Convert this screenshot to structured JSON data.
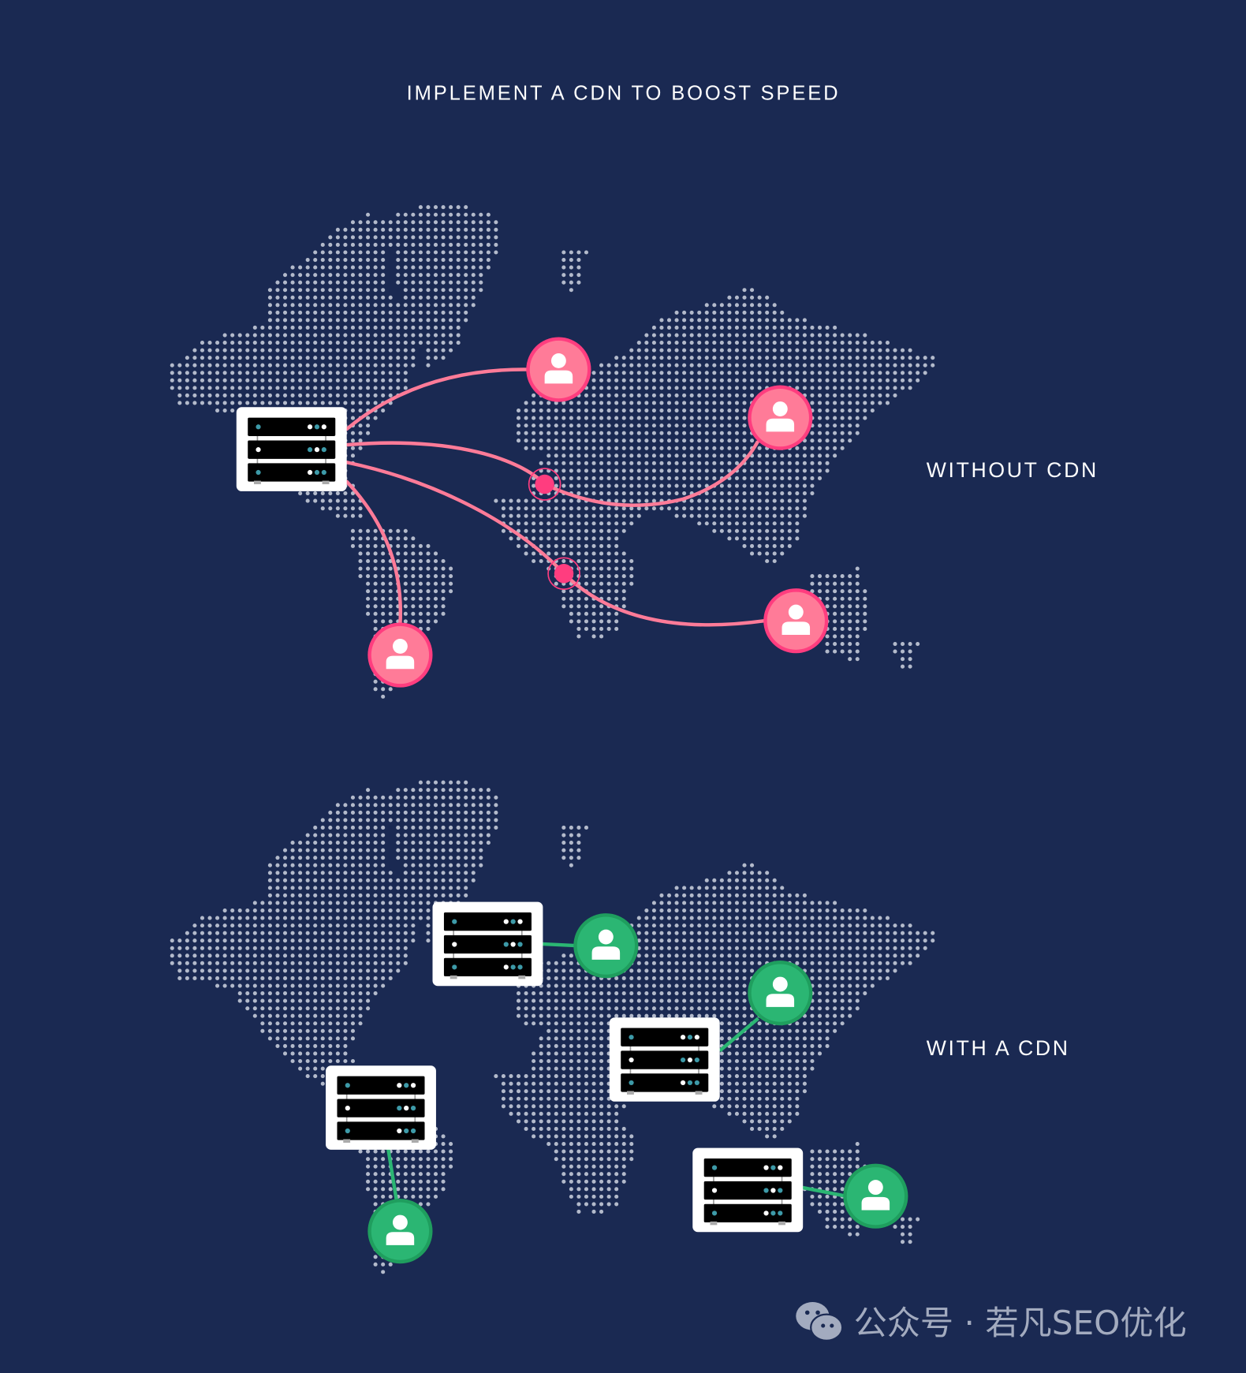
{
  "title": "IMPLEMENT A CDN TO BOOST SPEED",
  "sections": [
    {
      "label": "WITHOUT CDN",
      "servers": 1,
      "users": 4,
      "user_color": "#ff7b98",
      "line_color": "#ff7b98",
      "hub_color": "#ff3d7f"
    },
    {
      "label": "WITH A CDN",
      "servers": 4,
      "users": 4,
      "user_color": "#2bb673",
      "line_color": "#2bb673"
    }
  ],
  "colors": {
    "background": "#1a2952",
    "map_dots": "#b3bacb",
    "server_body": "#ffffff",
    "server_rack": "#000000",
    "server_led_teal": "#3d9aa8"
  },
  "watermark": {
    "icon": "wechat-icon",
    "text": "公众号 · 若凡SEO优化"
  }
}
